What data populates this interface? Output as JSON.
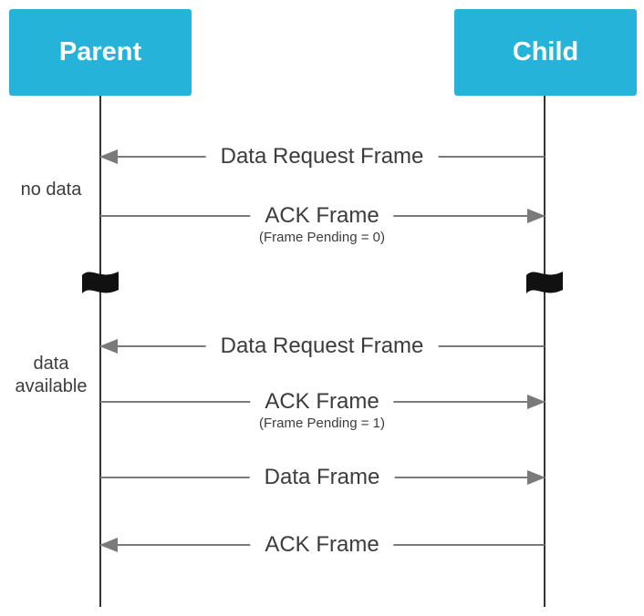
{
  "diagram": {
    "actors": [
      {
        "id": "parent",
        "label": "Parent"
      },
      {
        "id": "child",
        "label": "Child"
      }
    ],
    "side_notes": [
      {
        "text": "no data"
      },
      {
        "text": "data available"
      }
    ],
    "messages": [
      {
        "label": "Data Request Frame",
        "sublabel": "",
        "direction": "left",
        "from": "Child",
        "to": "Parent"
      },
      {
        "label": "ACK Frame",
        "sublabel": "(Frame Pending = 0)",
        "direction": "right",
        "from": "Parent",
        "to": "Child"
      },
      {
        "label": "Data Request Frame",
        "sublabel": "",
        "direction": "left",
        "from": "Child",
        "to": "Parent"
      },
      {
        "label": "ACK Frame",
        "sublabel": "(Frame Pending = 1)",
        "direction": "right",
        "from": "Parent",
        "to": "Child"
      },
      {
        "label": "Data Frame",
        "sublabel": "",
        "direction": "right",
        "from": "Parent",
        "to": "Child"
      },
      {
        "label": "ACK Frame",
        "sublabel": "",
        "direction": "left",
        "from": "Child",
        "to": "Parent"
      }
    ],
    "icons": [
      {
        "name": "flag-icon",
        "meaning": "time-break"
      }
    ],
    "colors": {
      "actor_bg": "#25b3d9",
      "actor_text": "#ffffff",
      "arrow": "#7a7a7a",
      "lifeline": "#333333",
      "label_text": "#3c3c3c"
    }
  }
}
